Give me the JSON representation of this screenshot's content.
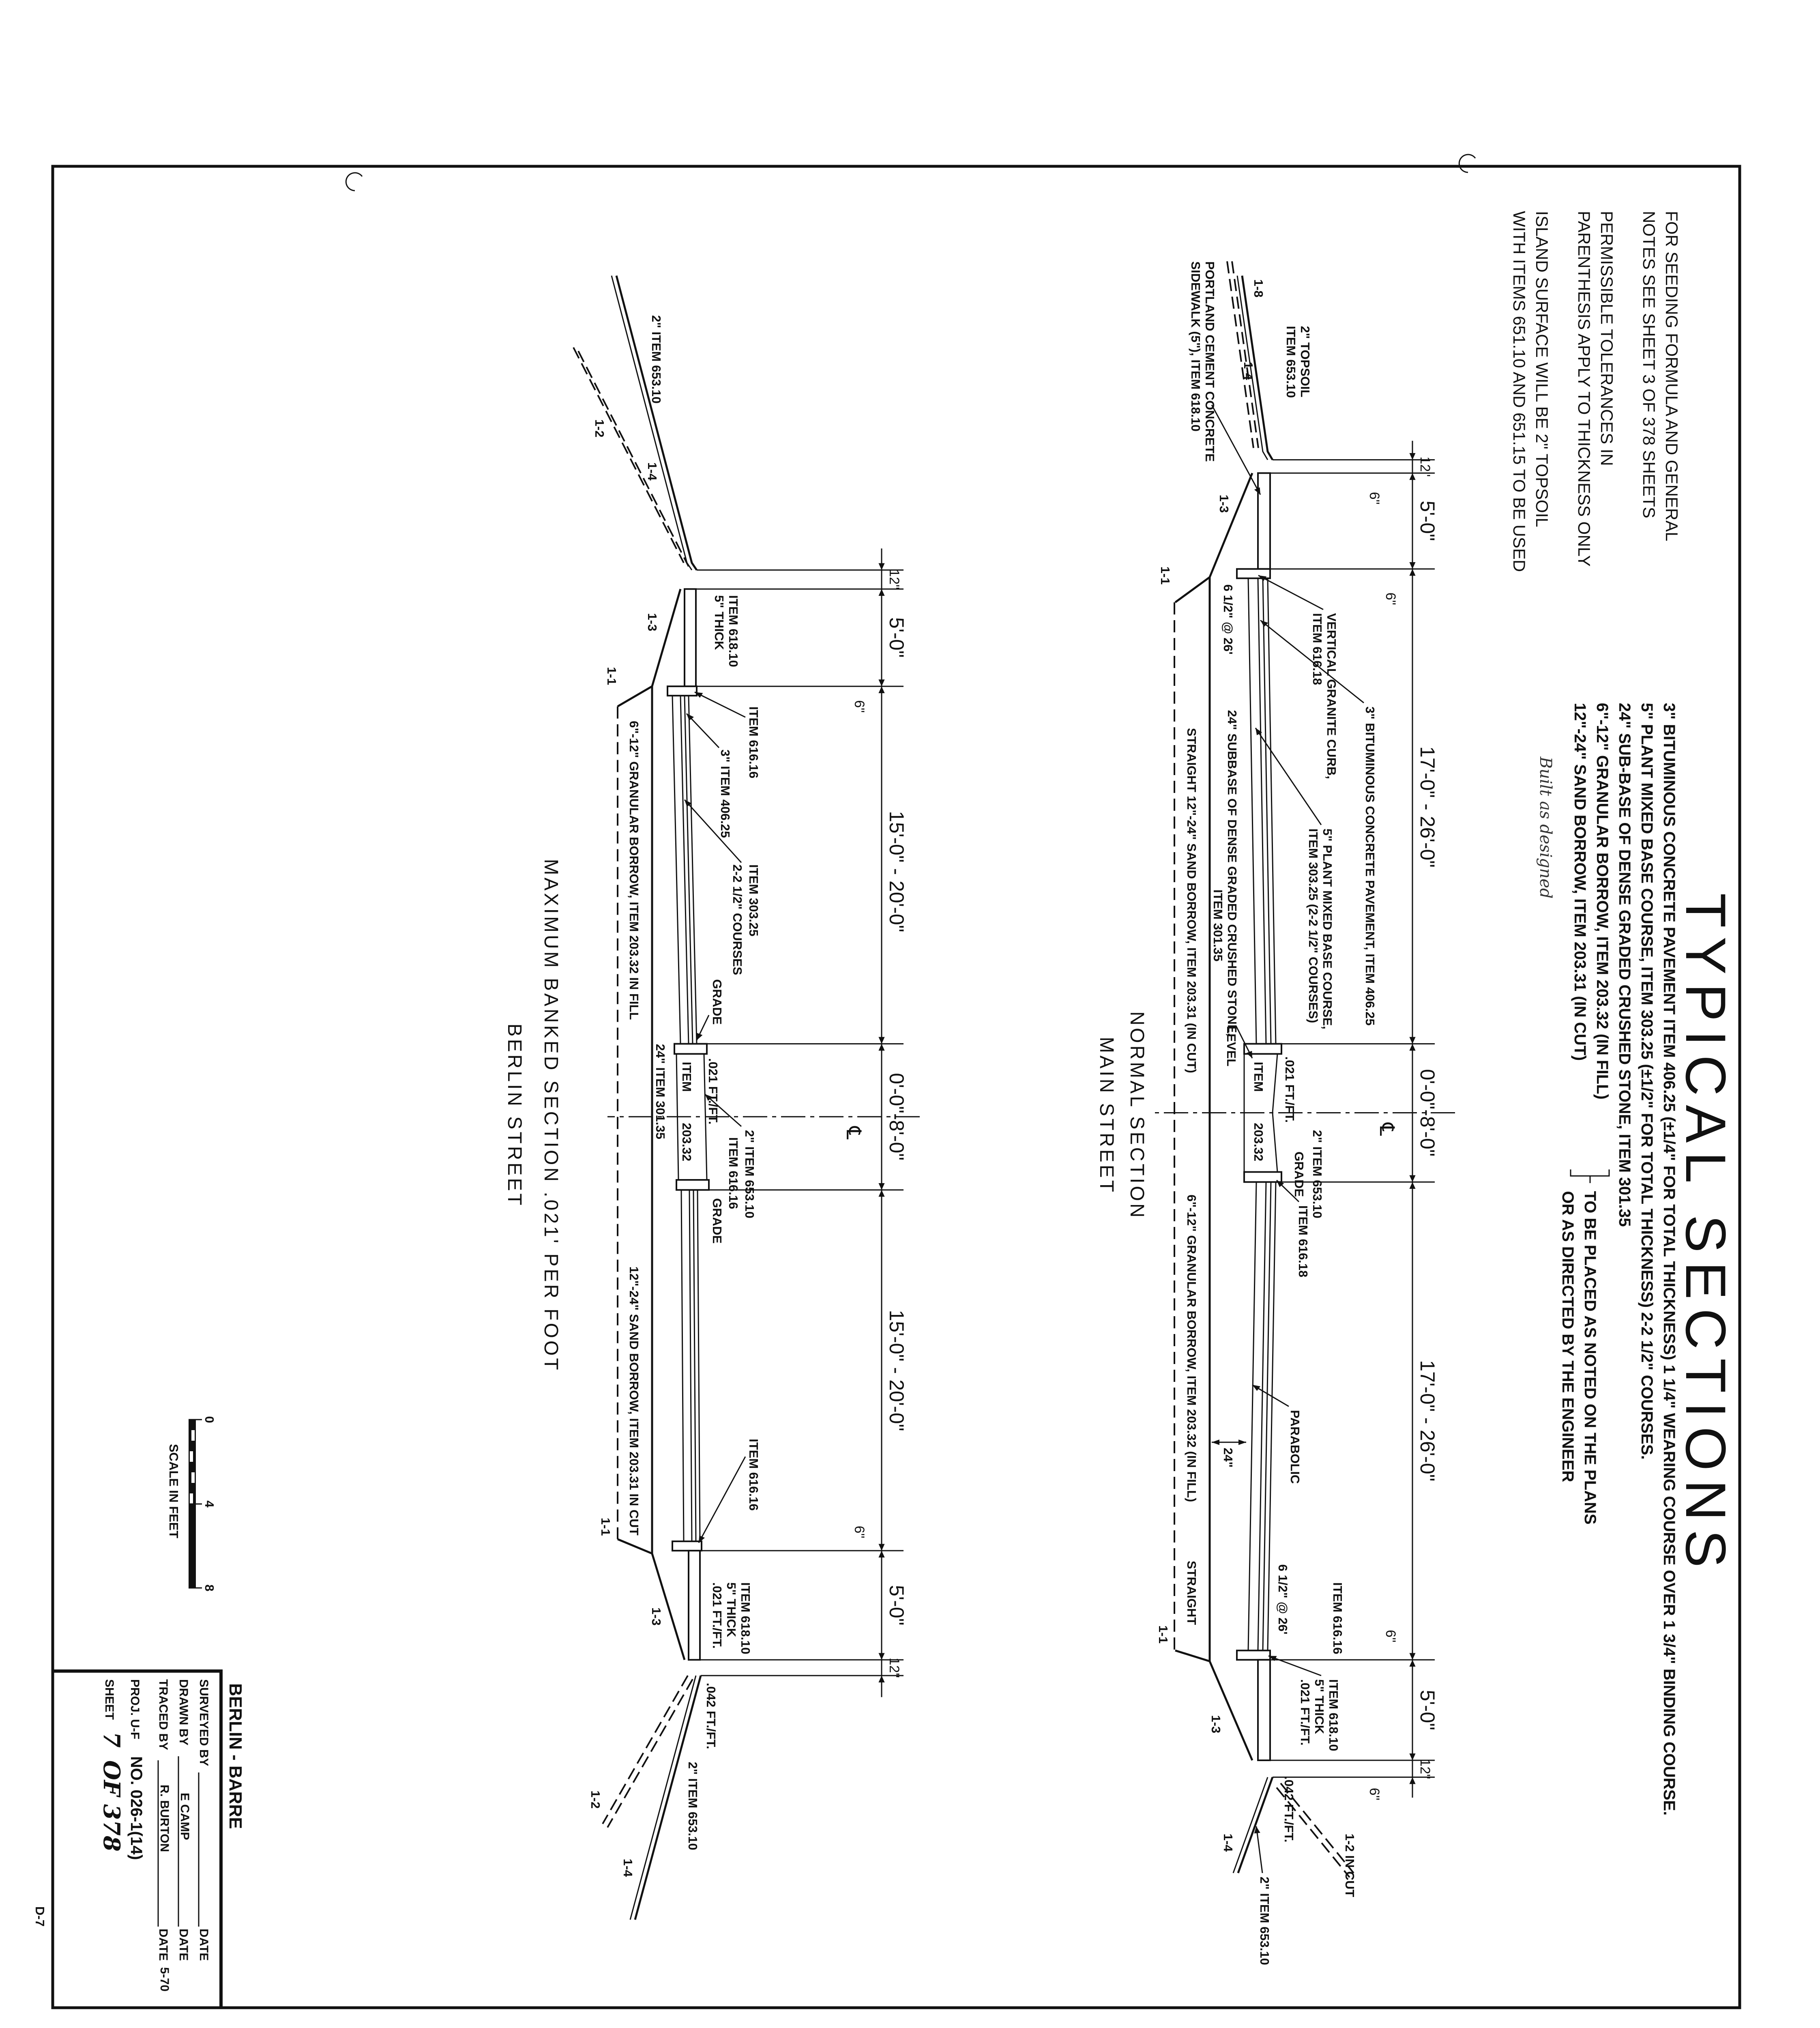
{
  "title": "TYPICAL SECTIONS",
  "notes": {
    "lines": [
      "3\" BITUMINOUS CONCRETE PAVEMENT ITEM 406.25 (±1/4\" FOR TOTAL THICKNESS) 1 1/4\" WEARING COURSE OVER 1 3/4\" BINDING COURSE.",
      "5\" PLANT MIXED BASE COURSE, ITEM 303.25 (±1/2\" FOR TOTAL THICKNESS) 2-2 1/2\" COURSES.",
      "24\" SUB-BASE OF DENSE GRADED CRUSHED STONE, ITEM 301.35",
      "6\"-12\" GRANULAR BORROW, ITEM 203.32 (IN FILL)",
      "12\"-24\" SAND BORROW, ITEM 203.31 (IN CUT)"
    ],
    "bracket_text": [
      "TO BE PLACED AS NOTED ON THE PLANS",
      "OR AS DIRECTED BY THE ENGINEER"
    ],
    "handwritten": "Built as designed"
  },
  "ns": {
    "title": "NORMAL SECTION",
    "subtitle": "MAIN STREET",
    "centerline": "℄",
    "dims": [
      "12\"",
      "5'-0\"",
      "17'-0\" - 26'-0\"",
      "0'-0\"-8'-0\"",
      "17'-0\" - 26'-0\"",
      "5'-0\"",
      "12\"",
      "6\"",
      "6\"",
      "6\"",
      "6\""
    ],
    "labels": [
      "1-8",
      "2\" TOPSOIL",
      "ITEM 653.10",
      "1-4",
      "PORTLAND CEMENT CONCRETE",
      "SIDEWALK (5\"), ITEM 618.10",
      "1-3",
      "1-1",
      "6 1/2\" @ 26'",
      "VERTICAL GRANITE CURB,",
      "ITEM 616.18",
      "3\" BITUMINOUS CONCRETE PAVEMENT, ITEM 406.25",
      "5\" PLANT MIXED BASE COURSE,",
      "ITEM 303.25 (2-2 1/2\" COURSES)",
      "24\" SUBBASE OF DENSE GRADED CRUSHED STONE,",
      "ITEM 301.35",
      "STRAIGHT 12\"-24\" SAND BORROW, ITEM 203.31 (IN CUT)",
      "LEVEL",
      ".021 FT./FT.",
      "ITEM",
      "203.32",
      "2\" ITEM 653.10",
      "GRADE",
      "ITEM 616.18",
      "6\"-12\" GRANULAR BORROW, ITEM 203.32 (IN FILL)",
      "STRAIGHT",
      "24\"",
      "PARABOLIC",
      "ITEM 616.16",
      "6 1/2\" @ 26'",
      "ITEM 618.10",
      "5\" THICK",
      ".021 FT./FT.",
      "1-1",
      "1-3",
      ".042 FT./FT.",
      "1-2 IN CUT",
      "1-4",
      "2\" ITEM 653.10"
    ]
  },
  "bs": {
    "title": "MAXIMUM BANKED SECTION .021' PER FOOT",
    "subtitle": "BERLIN STREET",
    "centerline": "℄",
    "dims": [
      "12\"",
      "5'-0\"",
      "15'-0\" - 20'-0\"",
      "0'-0\"-8'-0\"",
      "15'-0\" - 20'-0\"",
      "5'-0\"",
      "12\"",
      "6\"",
      "6\""
    ],
    "labels": [
      "2\" ITEM 653.10",
      "1-2",
      "1-4",
      "ITEM 618.10",
      "5\" THICK",
      "1-3",
      "1-1",
      "ITEM 616.16",
      "3\" ITEM 406.25",
      "ITEM 303.25",
      "2-2 1/2\" COURSES",
      "6\"-12\" GRANULAR BORROW, ITEM 203.32 IN FILL",
      "GRADE",
      ".021 FT./FT.",
      "ITEM",
      "203.32",
      "24\" ITEM 301.35",
      "2\" ITEM 653.10",
      "ITEM 616.16",
      "GRADE",
      "12\"-24\" SAND BORROW, ITEM 203.31 IN CUT",
      "ITEM 616.16",
      "ITEM 618.10",
      "5\" THICK",
      ".021 FT./FT.",
      "1-1",
      "1-3",
      ".042 FT./FT.",
      "2\" ITEM 653.10",
      "1-2",
      "1-4"
    ]
  },
  "general_notes": [
    "FOR SEEDING FORMULA AND GENERAL",
    "NOTES SEE SHEET 3 OF 378 SHEETS",
    "PERMISSIBLE TOLERANCES IN",
    "PARENTHESIS APPLY TO THICKNESS ONLY",
    "ISLAND SURFACE WILL BE 2\" TOPSOIL",
    "WITH ITEMS 651.10 AND 651.15 TO BE USED"
  ],
  "scale_bar": {
    "label": "SCALE IN FEET",
    "ticks": [
      "0",
      "4",
      "8"
    ]
  },
  "title_block": {
    "project": "BERLIN - BARRE",
    "surveyed_label": "SURVEYED BY",
    "surveyed_by": "",
    "drawn_label": "DRAWN BY",
    "drawn_by": "E CAMP",
    "traced_label": "TRACED BY",
    "traced_by": "R. BURTON",
    "date_label": "DATE",
    "traced_date": "5-70",
    "proj_label": "PROJ. U-F",
    "proj_no": "NO. 026-1(14)",
    "sheet_label": "SHEET",
    "sheet_no": "7",
    "sheet_of": "OF 378"
  },
  "sheet_code": "D-7"
}
